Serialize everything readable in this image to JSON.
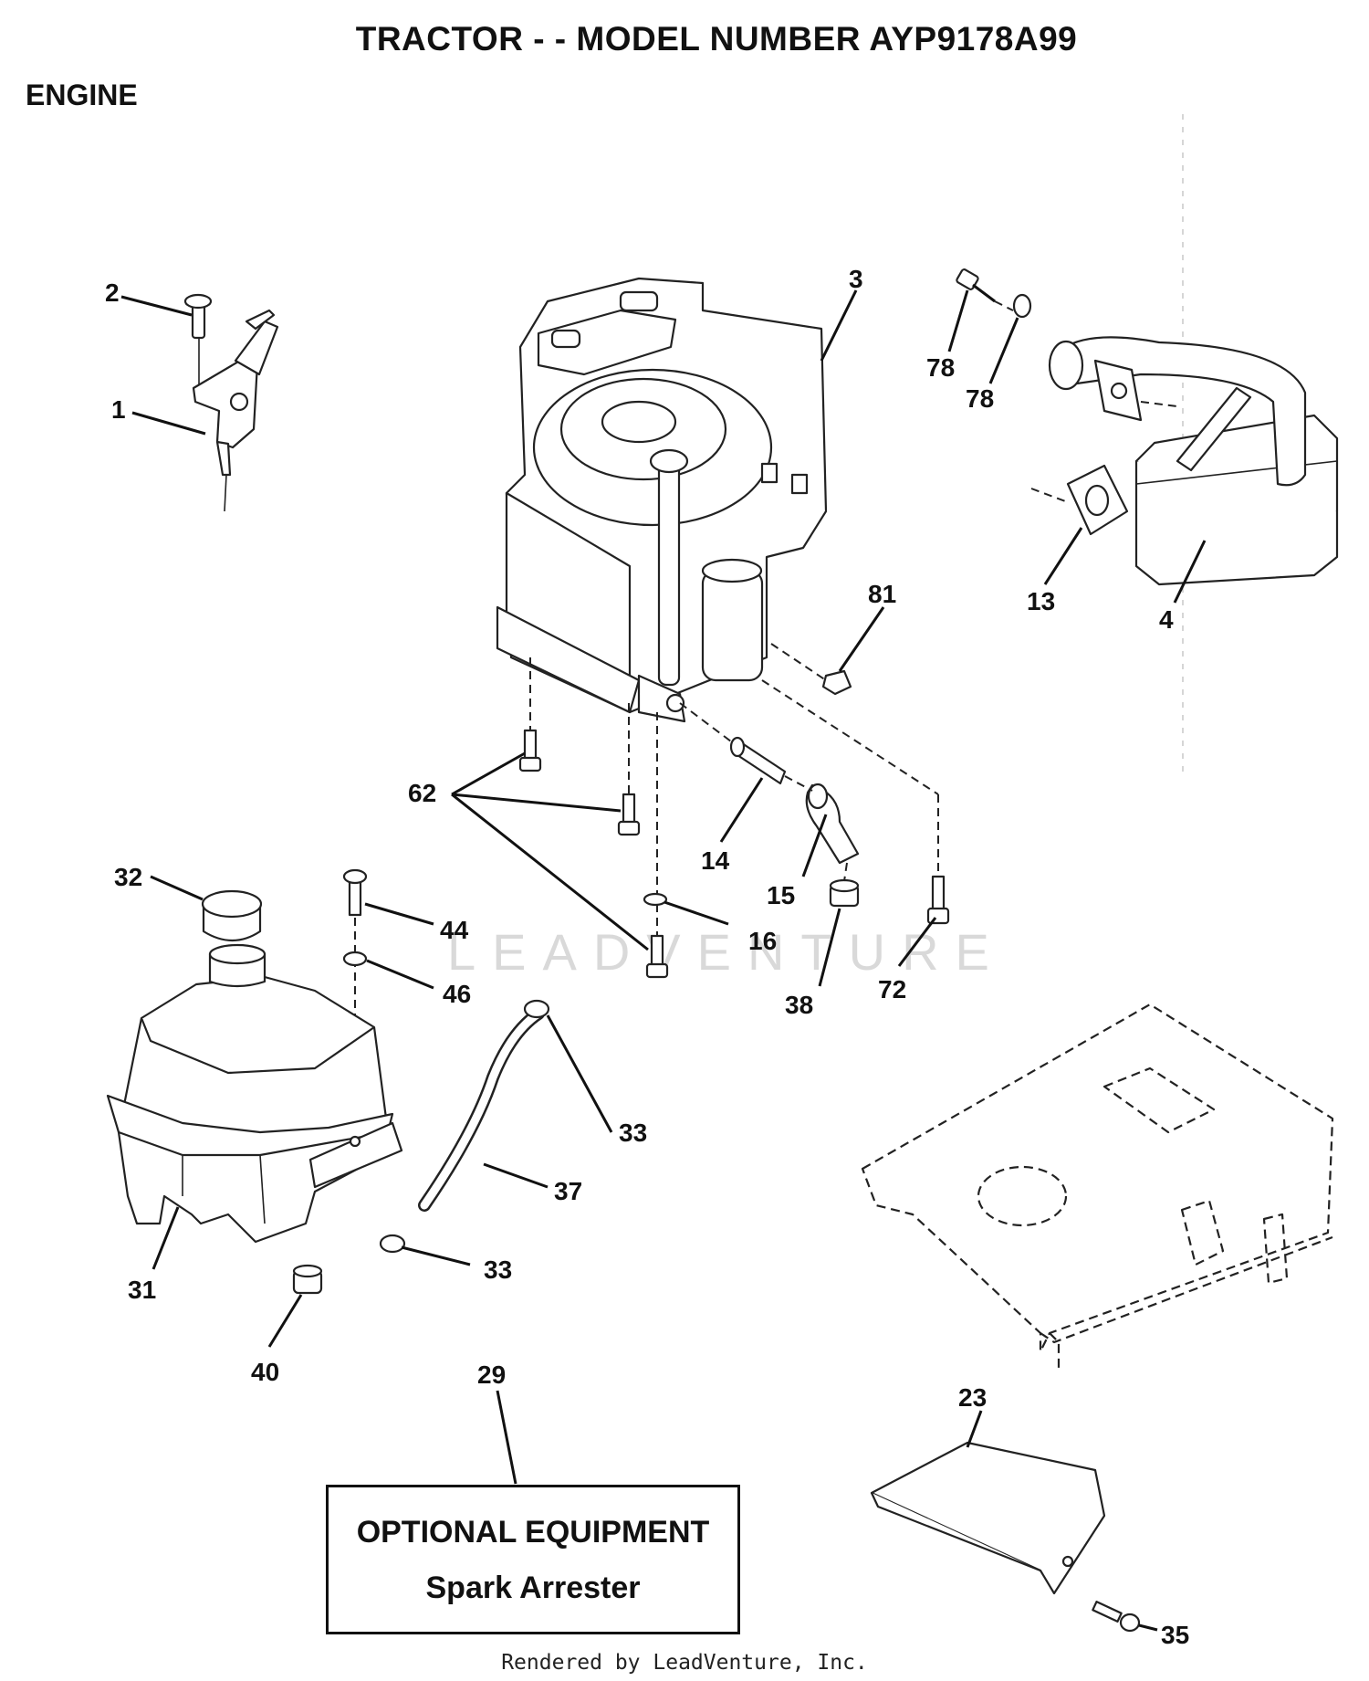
{
  "header": {
    "title": "TRACTOR - - MODEL NUMBER AYP9178A99",
    "section": "ENGINE"
  },
  "watermark": "LEADVENTURE",
  "callouts": [
    "1",
    "2",
    "3",
    "4",
    "13",
    "14",
    "15",
    "16",
    "23",
    "29",
    "31",
    "32",
    "33",
    "33",
    "35",
    "37",
    "38",
    "40",
    "44",
    "46",
    "62",
    "72",
    "78",
    "78",
    "81"
  ],
  "optional_box": {
    "title": "OPTIONAL EQUIPMENT",
    "subtitle": "Spark Arrester"
  },
  "footer": "Rendered by LeadVenture, Inc."
}
